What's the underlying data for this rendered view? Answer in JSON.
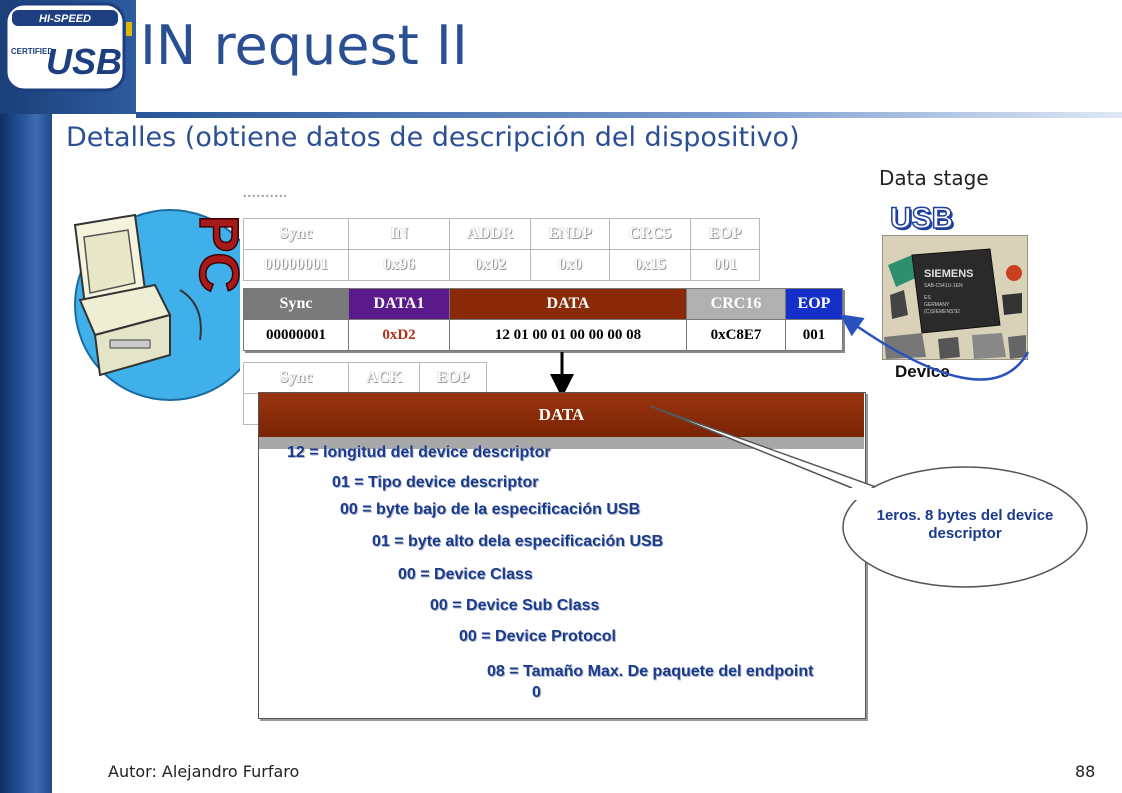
{
  "header": {
    "logo_lines": [
      "HI-SPEED",
      "CERTIFIED",
      "USB"
    ],
    "title": "IN request II",
    "subtitle": "Detalles (obtiene datos de descripción del dispositivo)"
  },
  "pc_label": "PC",
  "stage_label": "Data stage",
  "usb_label": "USB",
  "device_label": "Device",
  "chip_text": [
    "SIEMENS",
    "SAB-C541U-1EN",
    "ES",
    "GERMANY",
    "(C)SIEMENS'92"
  ],
  "colors": {
    "accent": "#2b4f93",
    "data_header": "#8b2a09",
    "data1_header": "#5a1a8c",
    "eop_header": "#1530c8",
    "sync_header": "#7a7a7a",
    "crc_header": "#b0b0b0"
  },
  "token_packet": {
    "dots": "..........",
    "headers": [
      "Sync",
      "IN",
      "ADDR",
      "ENDP",
      "CRC5",
      "EOP"
    ],
    "values": [
      "00000001",
      "0x96",
      "0x02",
      "0x0",
      "0x15",
      "001"
    ]
  },
  "data_packet": {
    "headers": [
      "Sync",
      "DATA1",
      "DATA",
      "CRC16",
      "EOP"
    ],
    "values": [
      "00000001",
      "0xD2",
      "12 01 00 01 00 00 00 08",
      "0xC8E7",
      "001"
    ]
  },
  "handshake_packet": {
    "headers": [
      "Sync",
      "ACK",
      "EOP"
    ]
  },
  "detail": {
    "header": "DATA",
    "lines": [
      "12 = longitud del device descriptor",
      "01 = Tipo device descriptor",
      "00 = byte bajo de la especificación USB",
      "01 = byte alto dela especificación  USB",
      "00 = Device Class",
      "00 = Device Sub Class",
      "00 = Device Protocol",
      "08 = Tamaño Max. De paquete del endpoint",
      "0"
    ]
  },
  "callout": "1eros. 8 bytes del device descriptor",
  "footer": {
    "author": "Autor: Alejandro Furfaro",
    "page": "88"
  }
}
